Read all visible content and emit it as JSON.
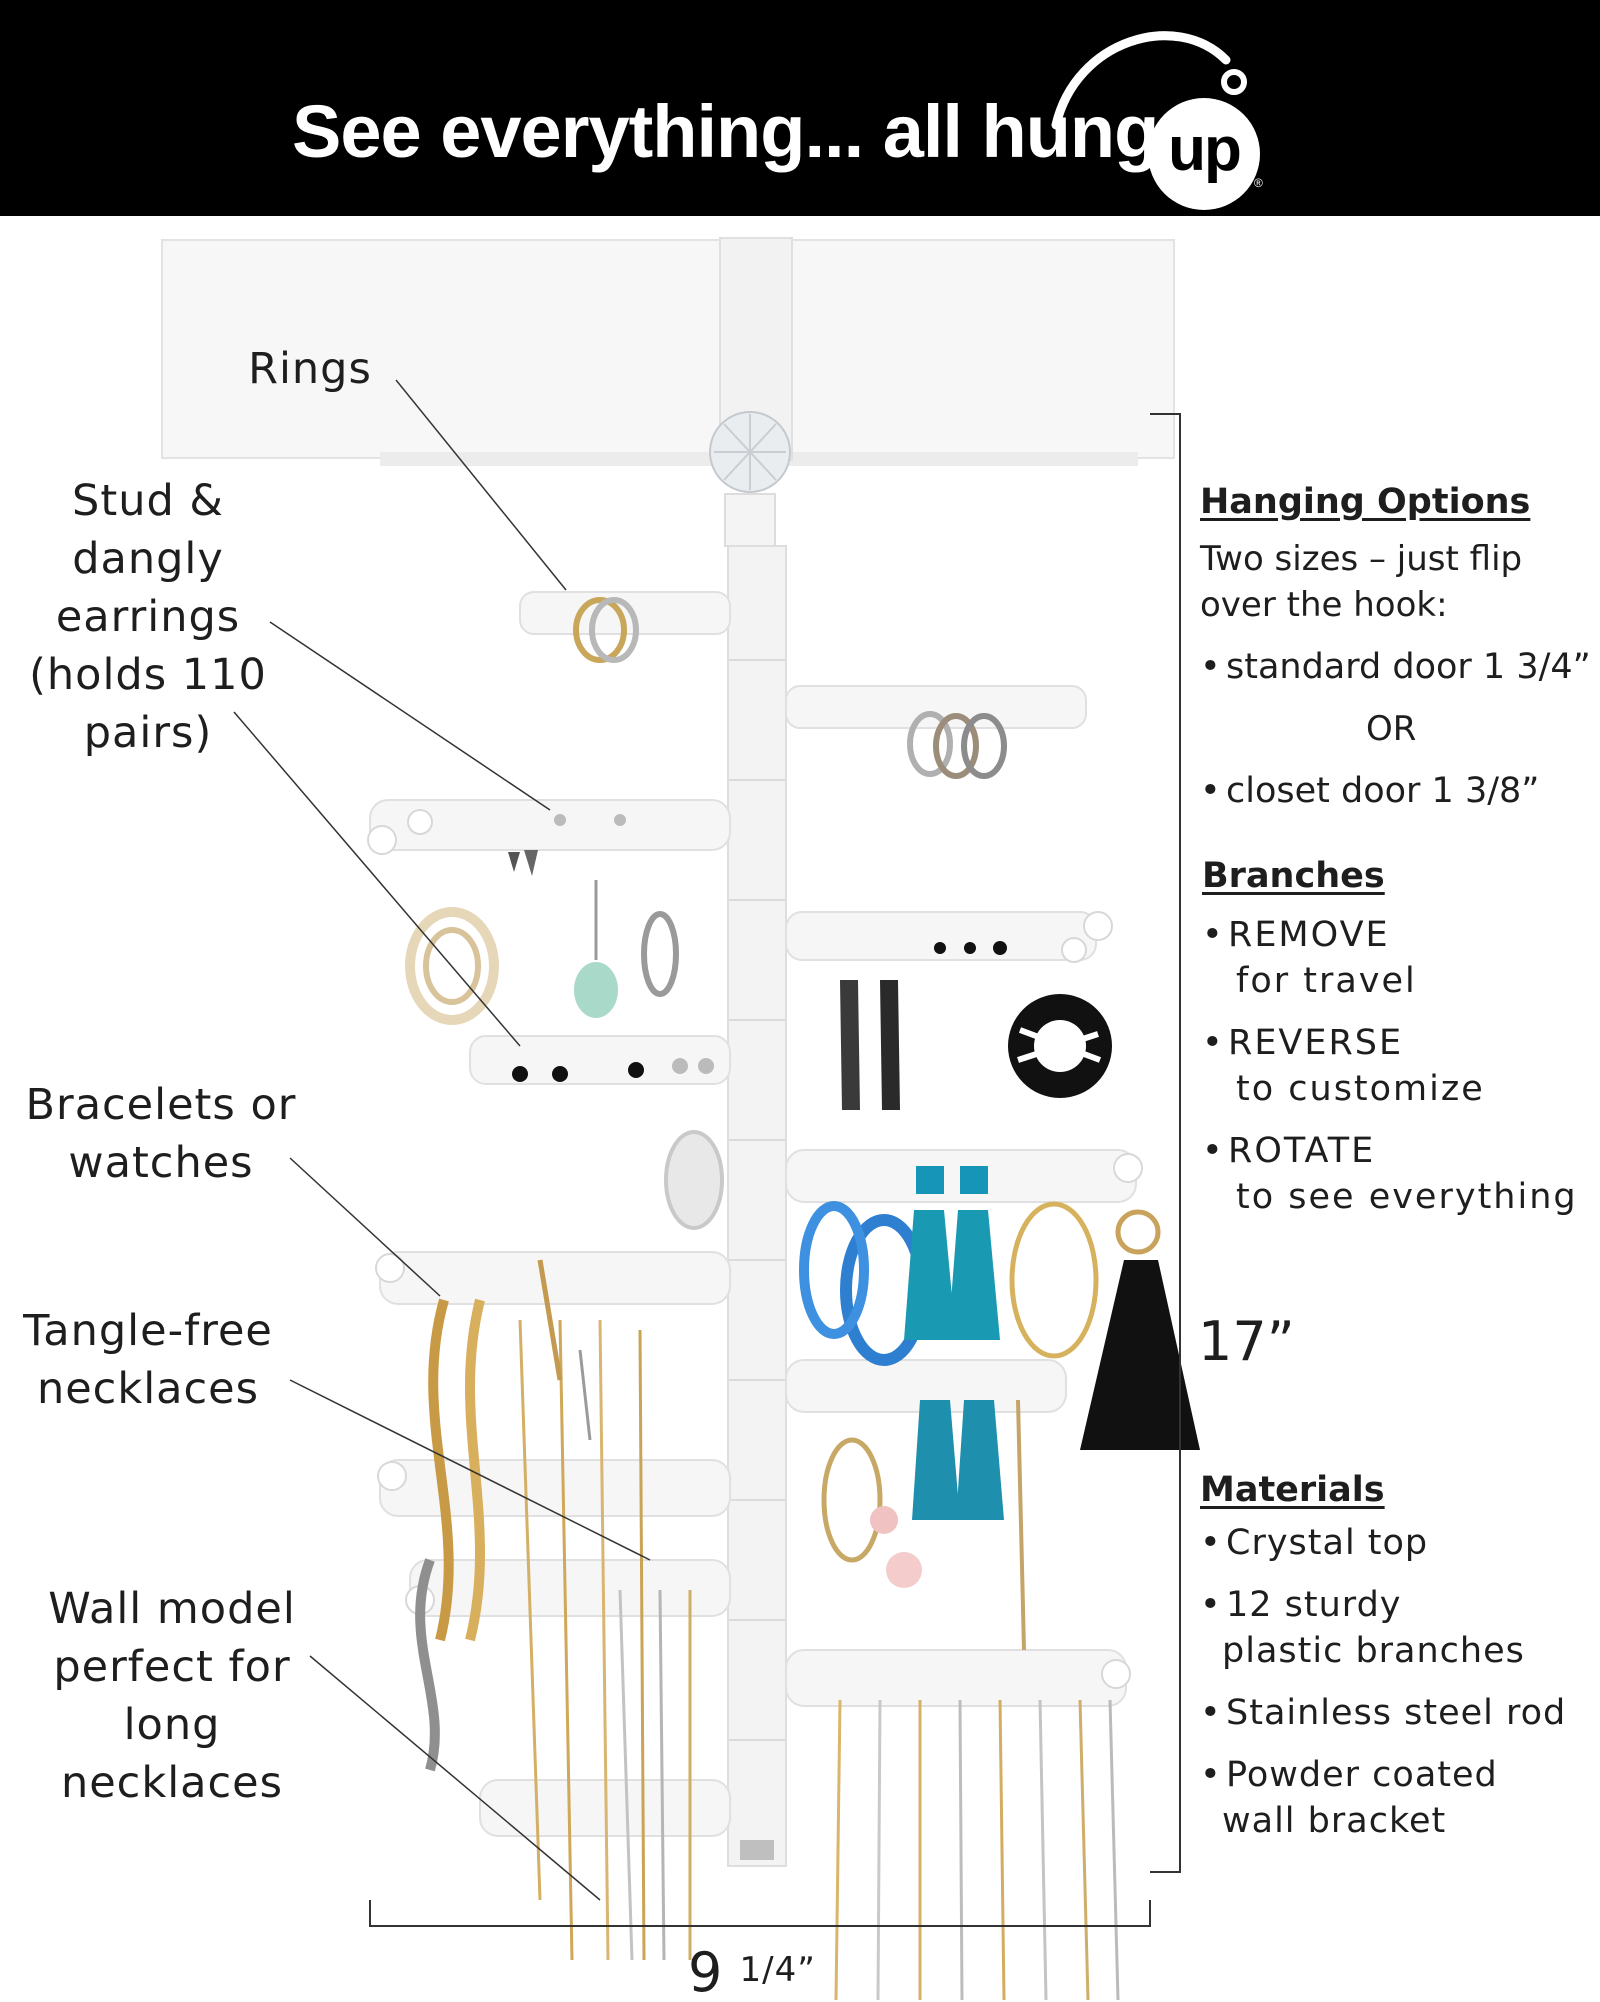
{
  "header": {
    "headline": "See everything... all hung",
    "logo_text": "up",
    "logo_mark": "®"
  },
  "callouts": {
    "rings": [
      "Rings"
    ],
    "earrings": [
      "Stud &",
      "dangly",
      "earrings",
      "(holds 110",
      "pairs)"
    ],
    "bracelets": [
      "Bracelets or",
      "watches"
    ],
    "necklaces": [
      "Tangle-free",
      "necklaces"
    ],
    "wall_model": [
      "Wall model",
      "perfect for",
      "long",
      "necklaces"
    ]
  },
  "hanging_options": {
    "title": "Hanging Options",
    "intro": [
      "Two sizes – just flip",
      "over the hook:"
    ],
    "option_1": "standard door 1 3/4”",
    "separator": "OR",
    "option_2": "closet door 1 3/8”"
  },
  "branches": {
    "title": "Branches",
    "items": [
      {
        "head": "REMOVE",
        "tail": "for travel"
      },
      {
        "head": "REVERSE",
        "tail": "to customize"
      },
      {
        "head": "ROTATE",
        "tail": "to see everything"
      }
    ]
  },
  "dimensions": {
    "height": "17”",
    "width_whole": "9",
    "width_fraction": "1/4”"
  },
  "materials": {
    "title": "Materials",
    "items": [
      {
        "line1": "Crystal top",
        "line2": ""
      },
      {
        "line1": "12 sturdy",
        "line2": "plastic branches"
      },
      {
        "line1": "Stainless steel rod",
        "line2": ""
      },
      {
        "line1": "Powder coated",
        "line2": "wall bracket"
      }
    ]
  },
  "colors": {
    "header_bg": "#000000",
    "header_text": "#ffffff",
    "body_text": "#1e1e1e",
    "organizer": "#f4f4f4",
    "bracket": "#f7f7f7"
  }
}
